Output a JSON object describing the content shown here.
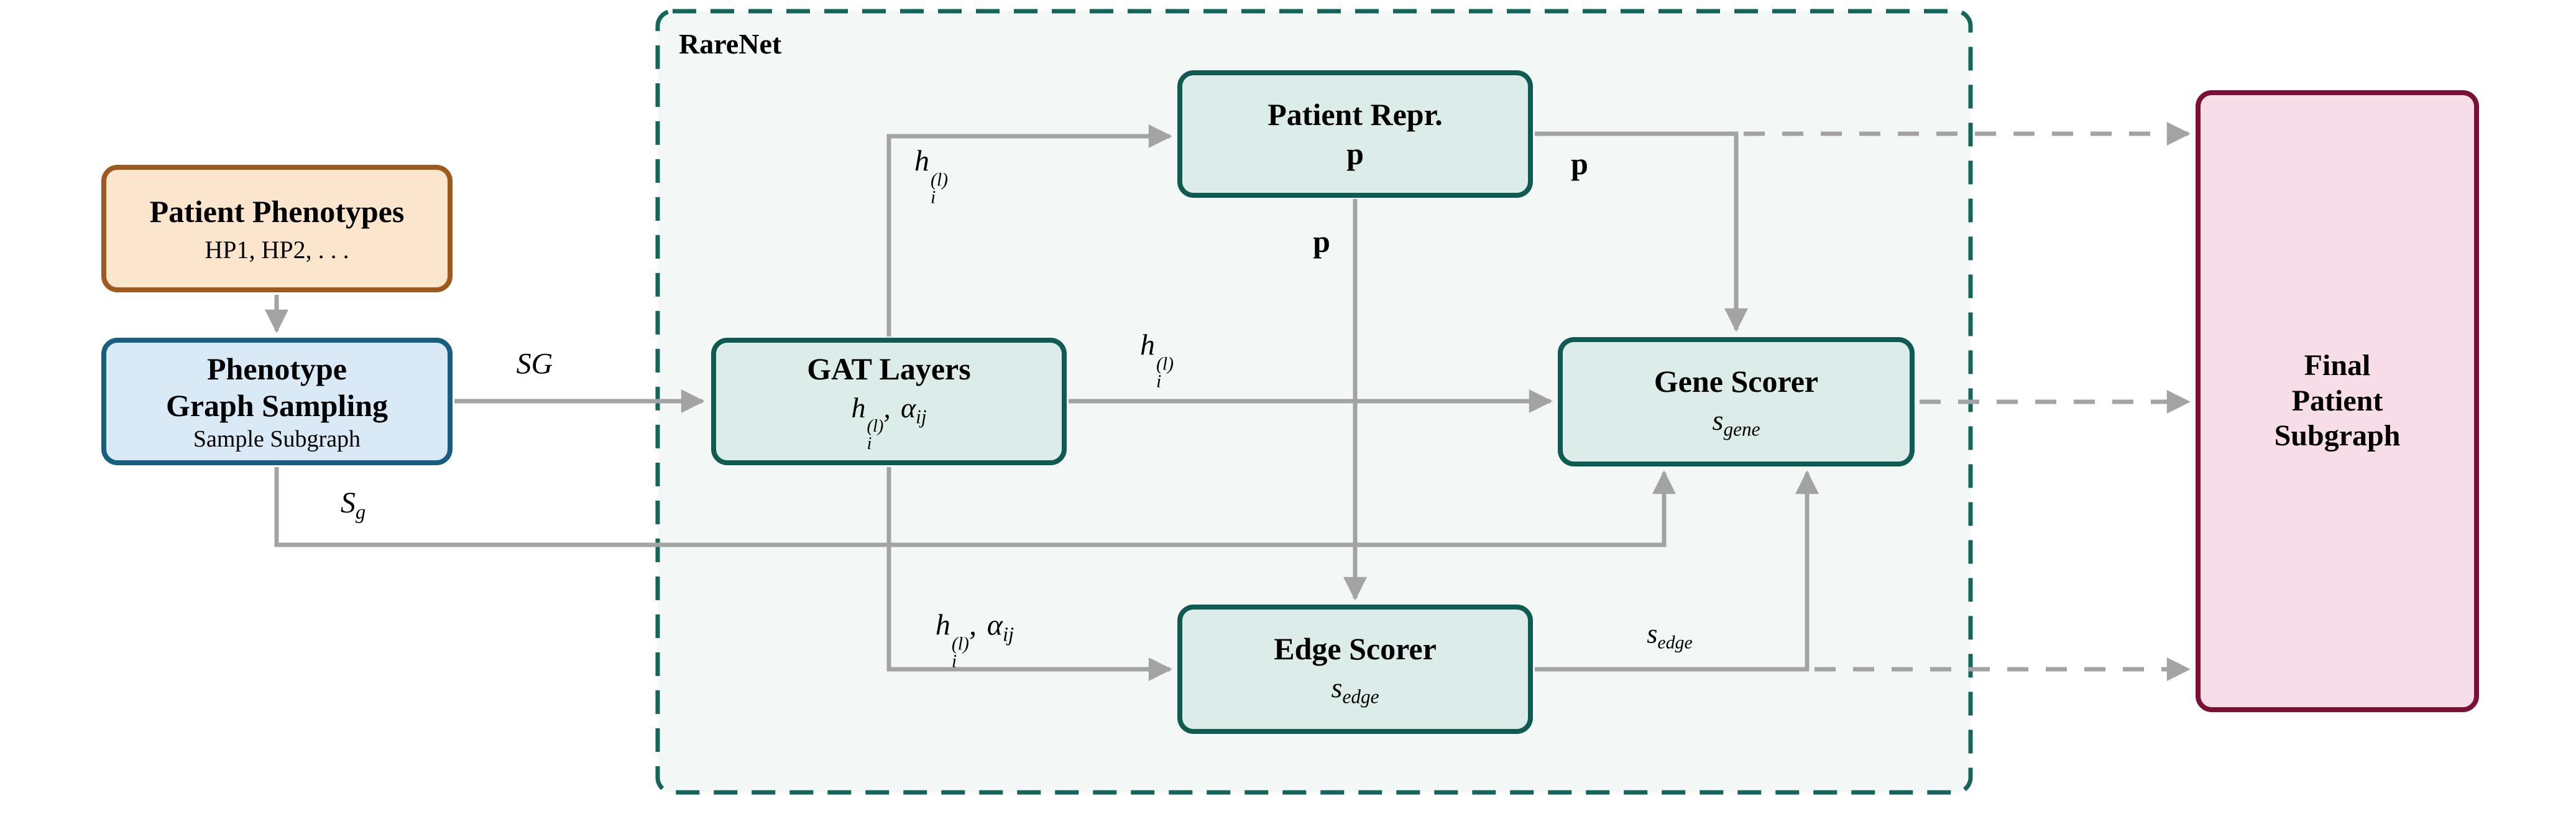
{
  "colors": {
    "arrow_gray": "#a3a3a3",
    "rarenet_border": "#14655a",
    "rarenet_fill": "#f3f8f7",
    "phenotypes_fill": "#fce5cd",
    "phenotypes_border": "#9e5a1e",
    "sampling_fill": "#d9e9f5",
    "sampling_border": "#175e80",
    "module_fill": "#dcece9",
    "module_border": "#0f5b52",
    "final_fill": "#f6dde7",
    "final_border": "#7c1034"
  },
  "boxes": {
    "patient_phenotypes": {
      "title": "Patient Phenotypes",
      "subtitle": "HP1, HP2, . . ."
    },
    "phenotype_graph_sampling": {
      "title_line1": "Phenotype",
      "title_line2": "Graph Sampling",
      "subtitle": "Sample Subgraph"
    },
    "rarenet": {
      "label": "RareNet"
    },
    "gat_layers": {
      "title": "GAT Layers",
      "math": {
        "base": "h",
        "sup": "(l)",
        "sub": "i",
        "sep": ", ",
        "base2": "α",
        "sub2": "ij"
      }
    },
    "patient_repr": {
      "title": "Patient Repr.",
      "vector": "p"
    },
    "gene_scorer": {
      "title": "Gene Scorer",
      "math": {
        "base": "s",
        "sub": "gene"
      }
    },
    "edge_scorer": {
      "title": "Edge Scorer",
      "math": {
        "base": "s",
        "sub": "edge"
      }
    },
    "final_subgraph": {
      "lines": [
        "Final",
        "Patient",
        "Subgraph"
      ]
    }
  },
  "edge_labels": {
    "sg": "SG",
    "s_g": {
      "base": "S",
      "sub": "g"
    },
    "h_top": {
      "base": "h",
      "sup": "(l)",
      "sub": "i"
    },
    "h_mid": {
      "base": "h",
      "sup": "(l)",
      "sub": "i"
    },
    "h_alpha": {
      "base": "h",
      "sup": "(l)",
      "sub": "i",
      "sep": ", ",
      "base2": "α",
      "sub2": "ij"
    },
    "p_vertical": "p",
    "p_horizontal": "p",
    "s_edge": {
      "base": "s",
      "sub": "edge"
    }
  }
}
